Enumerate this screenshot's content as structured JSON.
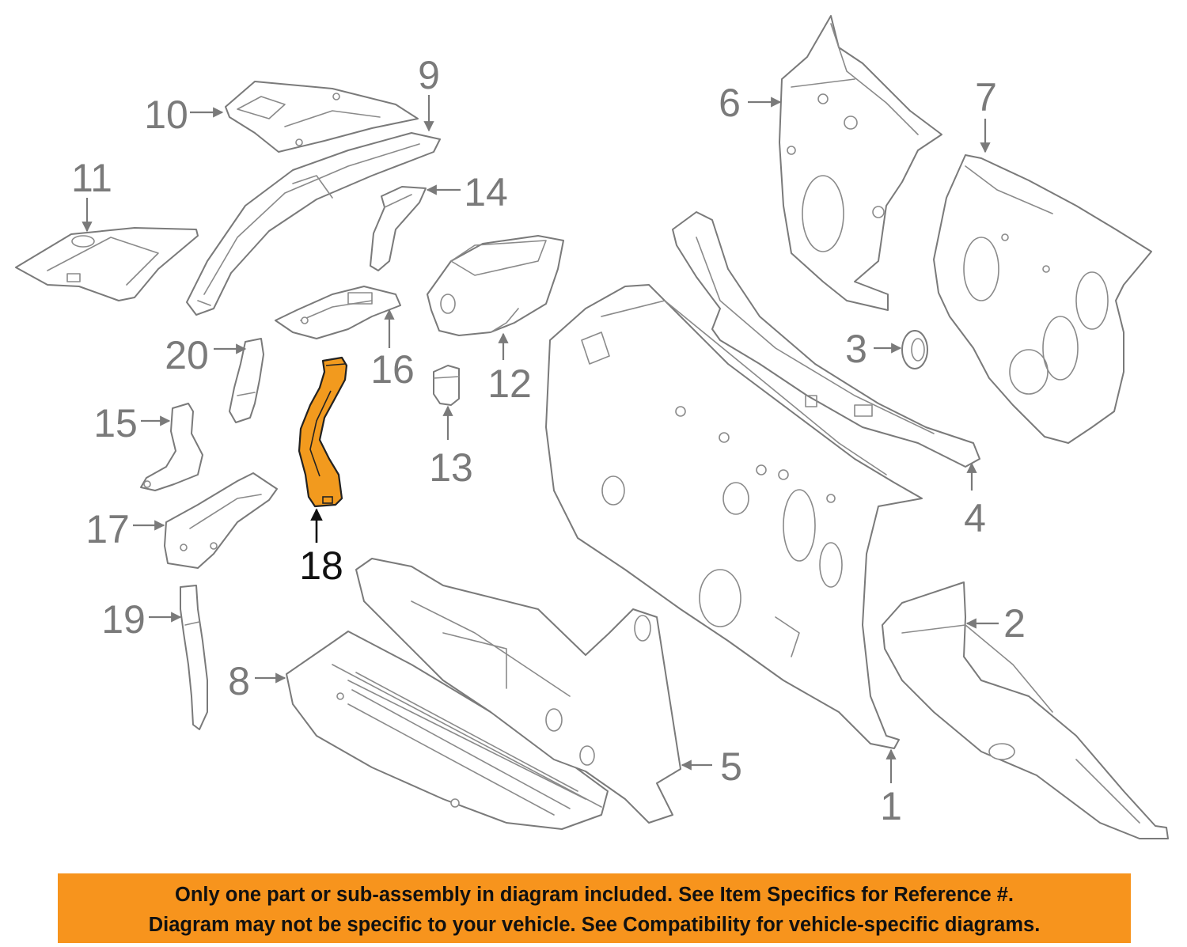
{
  "diagram": {
    "callouts": [
      "1",
      "2",
      "3",
      "4",
      "5",
      "6",
      "7",
      "8",
      "9",
      "10",
      "11",
      "12",
      "13",
      "14",
      "15",
      "16",
      "17",
      "18",
      "19",
      "20"
    ],
    "highlighted_part": "18",
    "highlight_color": "#f29a1e"
  },
  "notice": {
    "line1": "Only one part or sub-assembly in diagram included. See Item Specifics for Reference #.",
    "line2": "Diagram may not be specific to your vehicle. See Compatibility for vehicle-specific diagrams.",
    "background": "#f7941d"
  }
}
